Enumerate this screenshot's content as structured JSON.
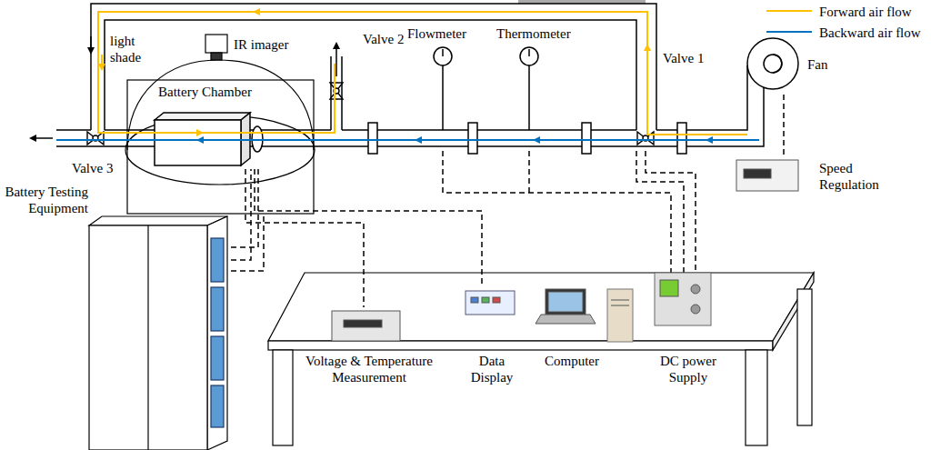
{
  "diagram": {
    "nodes": [
      {
        "text": [
          "Battery Chamber"
        ]
      },
      {
        "text": [
          "Battery Testing Equipment"
        ]
      },
      {
        "text": [
          "Voltage & Temperature Measurement"
        ]
      },
      {
        "text": [
          "Data Display"
        ]
      },
      {
        "text": [
          "Computer"
        ]
      },
      {
        "text": [
          "DC power Supply"
        ]
      },
      {
        "text": [
          "Speed Regulation"
        ]
      },
      {
        "text": [
          "Fan"
        ]
      }
    ],
    "edges": [
      {
        "from": 1,
        "to": 0,
        "arrow": "none"
      },
      {
        "from": 0,
        "to": 2,
        "arrow": "none"
      },
      {
        "from": 0,
        "to": 3,
        "arrow": "none"
      },
      {
        "from": 6,
        "to": 7,
        "arrow": "none"
      }
    ],
    "labels": [
      "light shade",
      "IR imager",
      "Valve 2",
      "Flowmeter",
      "Thermometer",
      "Valve 1",
      "Valve 3"
    ],
    "legend": [
      {
        "text": "Forward air flow"
      },
      {
        "text": "Backward air flow"
      }
    ]
  }
}
